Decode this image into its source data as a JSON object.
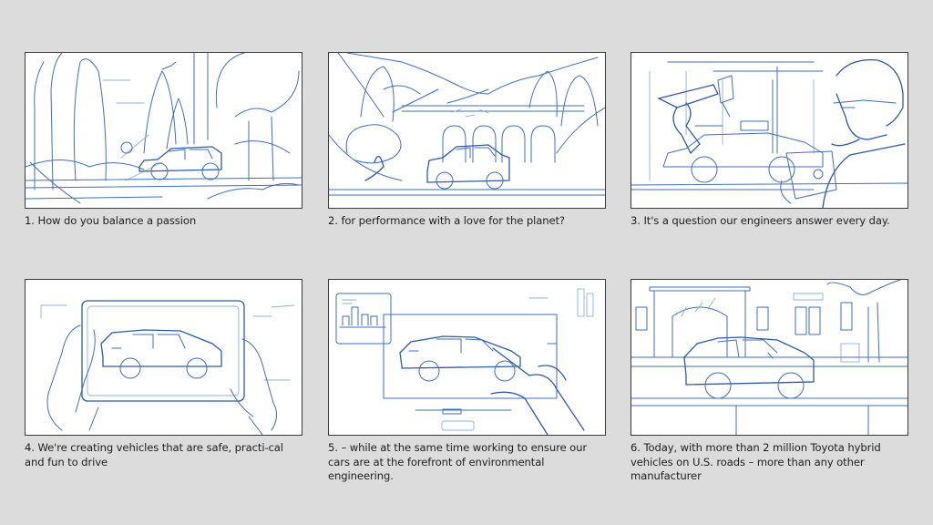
{
  "storyboard": {
    "colors": {
      "background": "#dcdcdc",
      "frame_border": "#3a3a3a",
      "sketch_line": "#3f6fbf",
      "caption_text": "#1e1e1e"
    },
    "panels": [
      {
        "number": 1,
        "caption": "1. How do you balance a passion",
        "scene": "SUV driving on forest road"
      },
      {
        "number": 2,
        "caption": "2. for performance with a love for the planet?",
        "scene": "SUV passing under arched viaduct in mountains"
      },
      {
        "number": 3,
        "caption": "3. It's a question our engineers answer every day.",
        "scene": "Engineer with tablet beside robotic arms and SUV"
      },
      {
        "number": 4,
        "caption": "4. We're creating vehicles that are safe, practi-cal and fun to drive",
        "scene": "Hands holding tablet showing SUV"
      },
      {
        "number": 5,
        "caption": "5. – while at the same time working to ensure our cars are at the forefront of environmental engineering.",
        "scene": "Hand touching SUV on display screen with chart"
      },
      {
        "number": 6,
        "caption": "6. Today, with more than 2 million Toyota hybrid vehicles on U.S. roads – more than any other manufacturer",
        "scene": "SUV parked on city street"
      }
    ]
  }
}
